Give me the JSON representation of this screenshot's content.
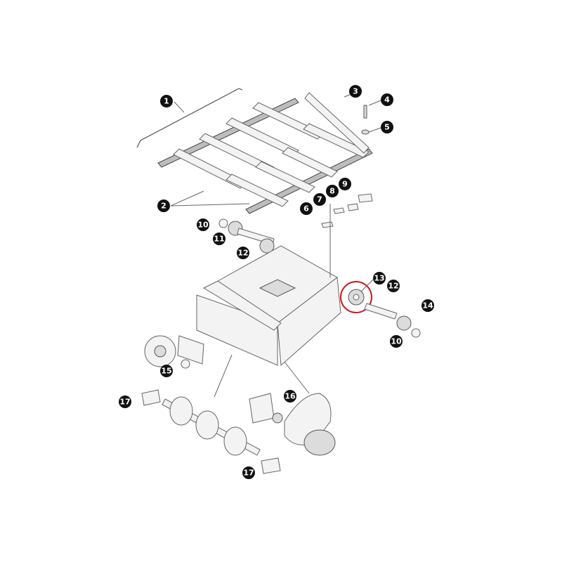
{
  "callouts": [
    "1",
    "2",
    "3",
    "4",
    "5",
    "6",
    "7",
    "8",
    "9",
    "10",
    "11",
    "12",
    "13",
    "12",
    "14",
    "10",
    "15",
    "16",
    "17",
    "17"
  ],
  "highlight_color": "#d01818",
  "callout_color": "#111111"
}
